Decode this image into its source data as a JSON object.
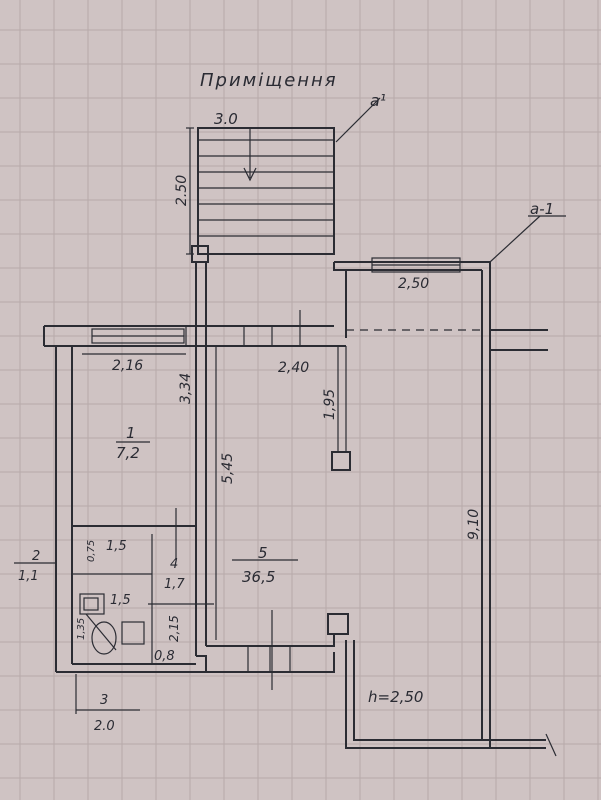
{
  "title": "Приміщення",
  "annotations": {
    "a1": "a¹",
    "a_1": "a-1"
  },
  "stairs": {
    "width_label": "3.0",
    "length_label": "2.50"
  },
  "dimensions": {
    "balcony_width": "2,50",
    "room1_width": "2,16",
    "corridor_width": "2,40",
    "room1_length": "3,34",
    "corridor_length": "1,95",
    "room5_length": "5,45",
    "balcony_length": "9,10",
    "room2_len": "1,5",
    "room2_w": "0,75",
    "room3_len": "1,5",
    "room3_w": "1,35",
    "room4_len": "1,7",
    "room4_w": "2,15",
    "room3_area_extra": "0,8",
    "height": "h=2,50"
  },
  "rooms": [
    {
      "num": "1",
      "area": "7,2"
    },
    {
      "num": "2",
      "area": "1,1"
    },
    {
      "num": "3",
      "area": "2.0"
    },
    {
      "num": "4",
      "area": ""
    },
    {
      "num": "5",
      "area": "36,5"
    }
  ]
}
